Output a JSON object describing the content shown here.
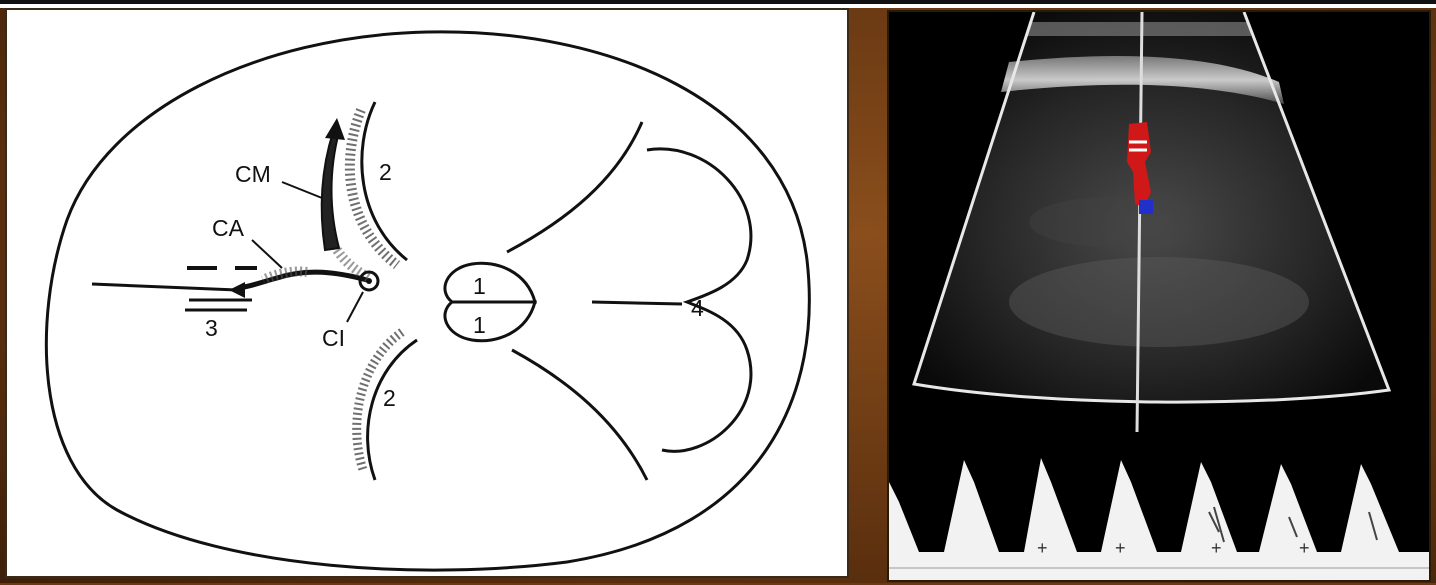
{
  "diagram": {
    "labels": {
      "cm": "CM",
      "ca": "CA",
      "ci": "CI",
      "two_top": "2",
      "two_bottom": "2",
      "three": "3",
      "one_top": "1",
      "one_bottom": "1",
      "four": "4"
    }
  },
  "colors": {
    "frame": "#6b3a12",
    "doppler_red": "#d01818",
    "doppler_blue": "#2030c8"
  }
}
